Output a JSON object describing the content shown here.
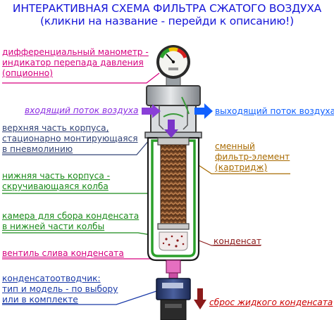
{
  "header": {
    "title": "ИНТЕРАКТИВНАЯ СХЕМА ФИЛЬТРА СЖАТОГО ВОЗДУХА",
    "subtitle": "(кликни на название - перейди к описанию!)"
  },
  "labels": {
    "manometer": [
      "дифференциальный манометр -",
      "индикатор перепада давления",
      "(опционно)"
    ],
    "air_in": "входящий поток воздуха",
    "air_out": "выходящий поток воздуха",
    "upper_housing": [
      "верхняя часть корпуса,",
      "стационарно монтирующаяся",
      "в пневмолинию"
    ],
    "filter_element": [
      "сменный",
      "фильтр-элемент",
      "(картридж)"
    ],
    "lower_housing": [
      "нижняя часть корпуса -",
      "скручивающаяся колба"
    ],
    "condensate_chamber": [
      "камера для сбора конденсата",
      "в нижней части колбы"
    ],
    "condensate": "конденсат",
    "drain_valve": "вентиль слива конденсата",
    "drain_trap": [
      "конденсатоотводчик:",
      "тип и модель - по выбору",
      "или в комплекте"
    ],
    "liquid_discharge": "сброс жидкого конденсата"
  },
  "colors": {
    "title": "#1515d8",
    "manometer": "#d6007f",
    "air_in": "#8a2be2",
    "air_out": "#1060ff",
    "upper_housing": "#334477",
    "filter_element": "#a86a00",
    "lower_housing": "#1a8a1a",
    "condensate_chamber": "#1a8a1a",
    "condensate": "#8b1a1a",
    "drain_valve": "#d6007f",
    "drain_trap": "#1a3aa8",
    "liquid_discharge": "#cc0000"
  },
  "icons": [
    "pressure-gauge-icon",
    "air-inlet-arrow-icon",
    "air-outlet-arrow-icon",
    "discharge-arrow-icon"
  ]
}
